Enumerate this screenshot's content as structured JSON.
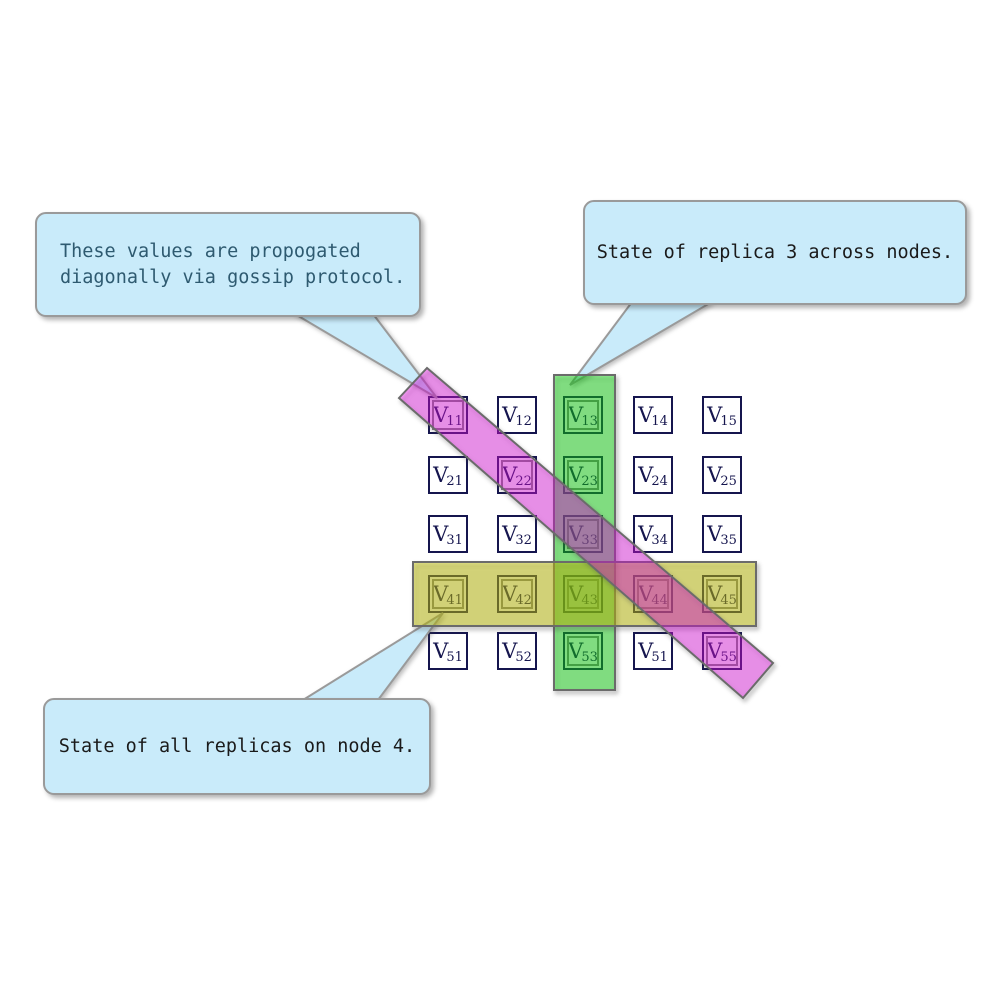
{
  "grid": {
    "symbol": "V",
    "rows": [
      [
        "11",
        "12",
        "13",
        "14",
        "15"
      ],
      [
        "21",
        "22",
        "23",
        "24",
        "25"
      ],
      [
        "31",
        "32",
        "33",
        "34",
        "35"
      ],
      [
        "41",
        "42",
        "43",
        "44",
        "45"
      ],
      [
        "51",
        "52",
        "53",
        "51",
        "55"
      ]
    ]
  },
  "highlights": {
    "column": {
      "fill": "rgba(0,220,0,0.42)",
      "stroke": "#6b6b6b"
    },
    "row": {
      "fill": "rgba(200,200,0,0.45)",
      "stroke": "#6b6b6b"
    },
    "diagonal": {
      "fill": "rgba(240,0,240,0.37)",
      "stroke": "#6b6b6b"
    },
    "highlighted_cells": [
      "V11",
      "V13",
      "V22",
      "V23",
      "V33",
      "V41",
      "V42",
      "V43",
      "V44",
      "V45",
      "V53",
      "V55"
    ]
  },
  "callouts": {
    "gossip": {
      "lines": [
        "These values are propogated",
        "diagonally via gossip protocol."
      ],
      "text_color": "#2e5a70"
    },
    "replica": {
      "text": "State of replica 3 across nodes.",
      "text_color": "#1a1a1a"
    },
    "node": {
      "text": "State of all replicas on node 4.",
      "text_color": "#1a1a1a"
    }
  },
  "colors": {
    "callout_fill": "#c9ebfa",
    "callout_border": "#9a9a9a",
    "cell_border": "#15154e",
    "inner_frame": "#808080",
    "highlight_border": "#6b6b6b"
  }
}
